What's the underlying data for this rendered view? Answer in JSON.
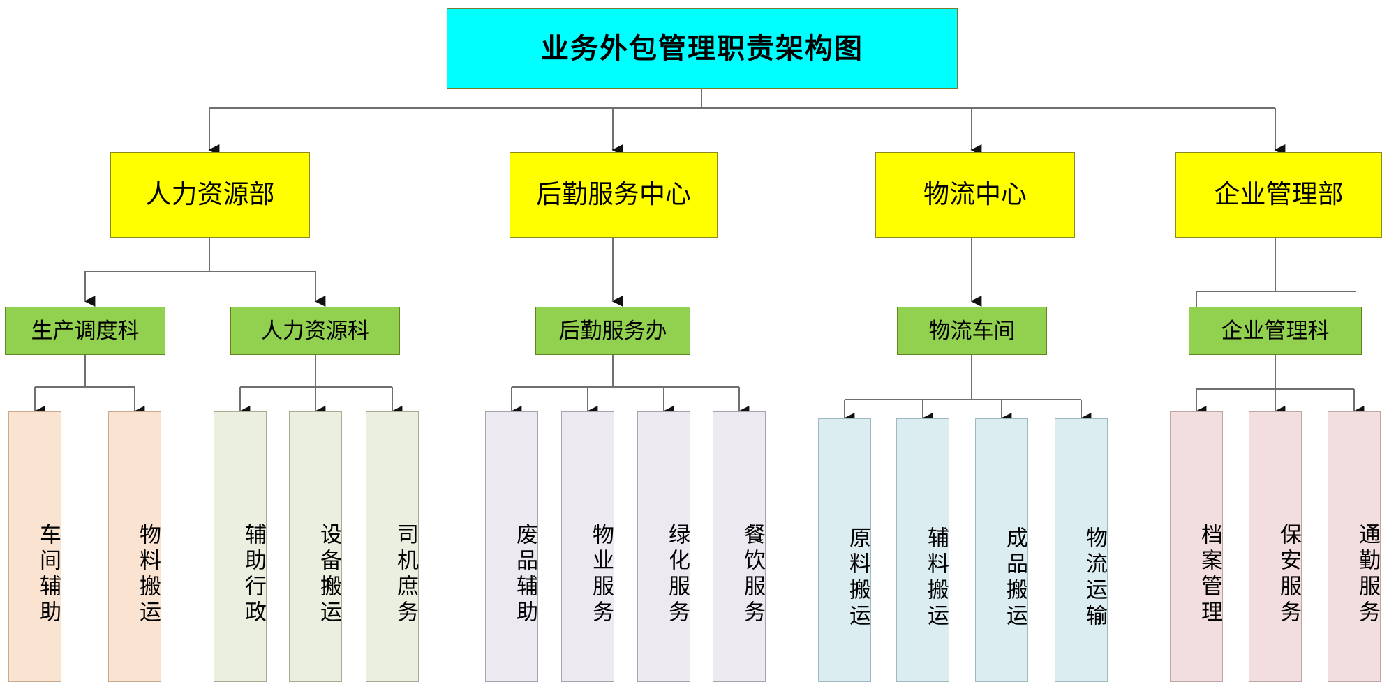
{
  "title": {
    "label": "业务外包管理职责架构图",
    "color": "#00FFFF"
  },
  "colors": {
    "title_fill": "#00FFFF",
    "department_fill": "#FFFF00",
    "section_fill": "#92D050",
    "leaf_hr_fill": "#FBE3D2",
    "leaf_hr2_fill": "#EBEFDF",
    "leaf_logistics_fill": "#EDE9F0",
    "leaf_warehouse_fill": "#DCEDF2",
    "leaf_enterprise_fill": "#F2DEDE",
    "connector_line": "#6f6f6f",
    "text": "#000000"
  },
  "departments": [
    {
      "id": "hr",
      "label": "人力资源部"
    },
    {
      "id": "logistics",
      "label": "后勤服务中心"
    },
    {
      "id": "warehouse",
      "label": "物流中心"
    },
    {
      "id": "enterprise",
      "label": "企业管理部"
    }
  ],
  "sections": [
    {
      "id": "prod-sched",
      "parent": "hr",
      "label": "生产调度科"
    },
    {
      "id": "hr-section",
      "parent": "hr",
      "label": "人力资源科"
    },
    {
      "id": "logi-office",
      "parent": "logistics",
      "label": "后勤服务办"
    },
    {
      "id": "wl-shop",
      "parent": "warehouse",
      "label": "物流车间"
    },
    {
      "id": "ent-section",
      "parent": "enterprise",
      "label": "企业管理科"
    }
  ],
  "leaves": [
    {
      "id": "l1",
      "parent": "prod-sched",
      "group": "grp-hr",
      "label": "车间辅助"
    },
    {
      "id": "l2",
      "parent": "prod-sched",
      "group": "grp-hr",
      "label": "物料搬运"
    },
    {
      "id": "l3",
      "parent": "hr-section",
      "group": "grp-hr2",
      "label": "辅助行政"
    },
    {
      "id": "l4",
      "parent": "hr-section",
      "group": "grp-hr2",
      "label": "设备搬运"
    },
    {
      "id": "l5",
      "parent": "hr-section",
      "group": "grp-hr2",
      "label": "司机庶务"
    },
    {
      "id": "l6",
      "parent": "logi-office",
      "group": "grp-log",
      "label": "废品辅助"
    },
    {
      "id": "l7",
      "parent": "logi-office",
      "group": "grp-log",
      "label": "物业服务"
    },
    {
      "id": "l8",
      "parent": "logi-office",
      "group": "grp-log",
      "label": "绿化服务"
    },
    {
      "id": "l9",
      "parent": "logi-office",
      "group": "grp-log",
      "label": "餐饮服务"
    },
    {
      "id": "l10",
      "parent": "wl-shop",
      "group": "grp-wl",
      "label": "原料搬运"
    },
    {
      "id": "l11",
      "parent": "wl-shop",
      "group": "grp-wl",
      "label": "辅料搬运"
    },
    {
      "id": "l12",
      "parent": "wl-shop",
      "group": "grp-wl",
      "label": "成品搬运"
    },
    {
      "id": "l13",
      "parent": "wl-shop",
      "group": "grp-wl",
      "label": "物流运输"
    },
    {
      "id": "l14",
      "parent": "ent-section",
      "group": "grp-ent",
      "label": "档案管理"
    },
    {
      "id": "l15",
      "parent": "ent-section",
      "group": "grp-ent",
      "label": "保安服务"
    },
    {
      "id": "l16",
      "parent": "ent-section",
      "group": "grp-ent",
      "label": "通勤服务"
    }
  ]
}
